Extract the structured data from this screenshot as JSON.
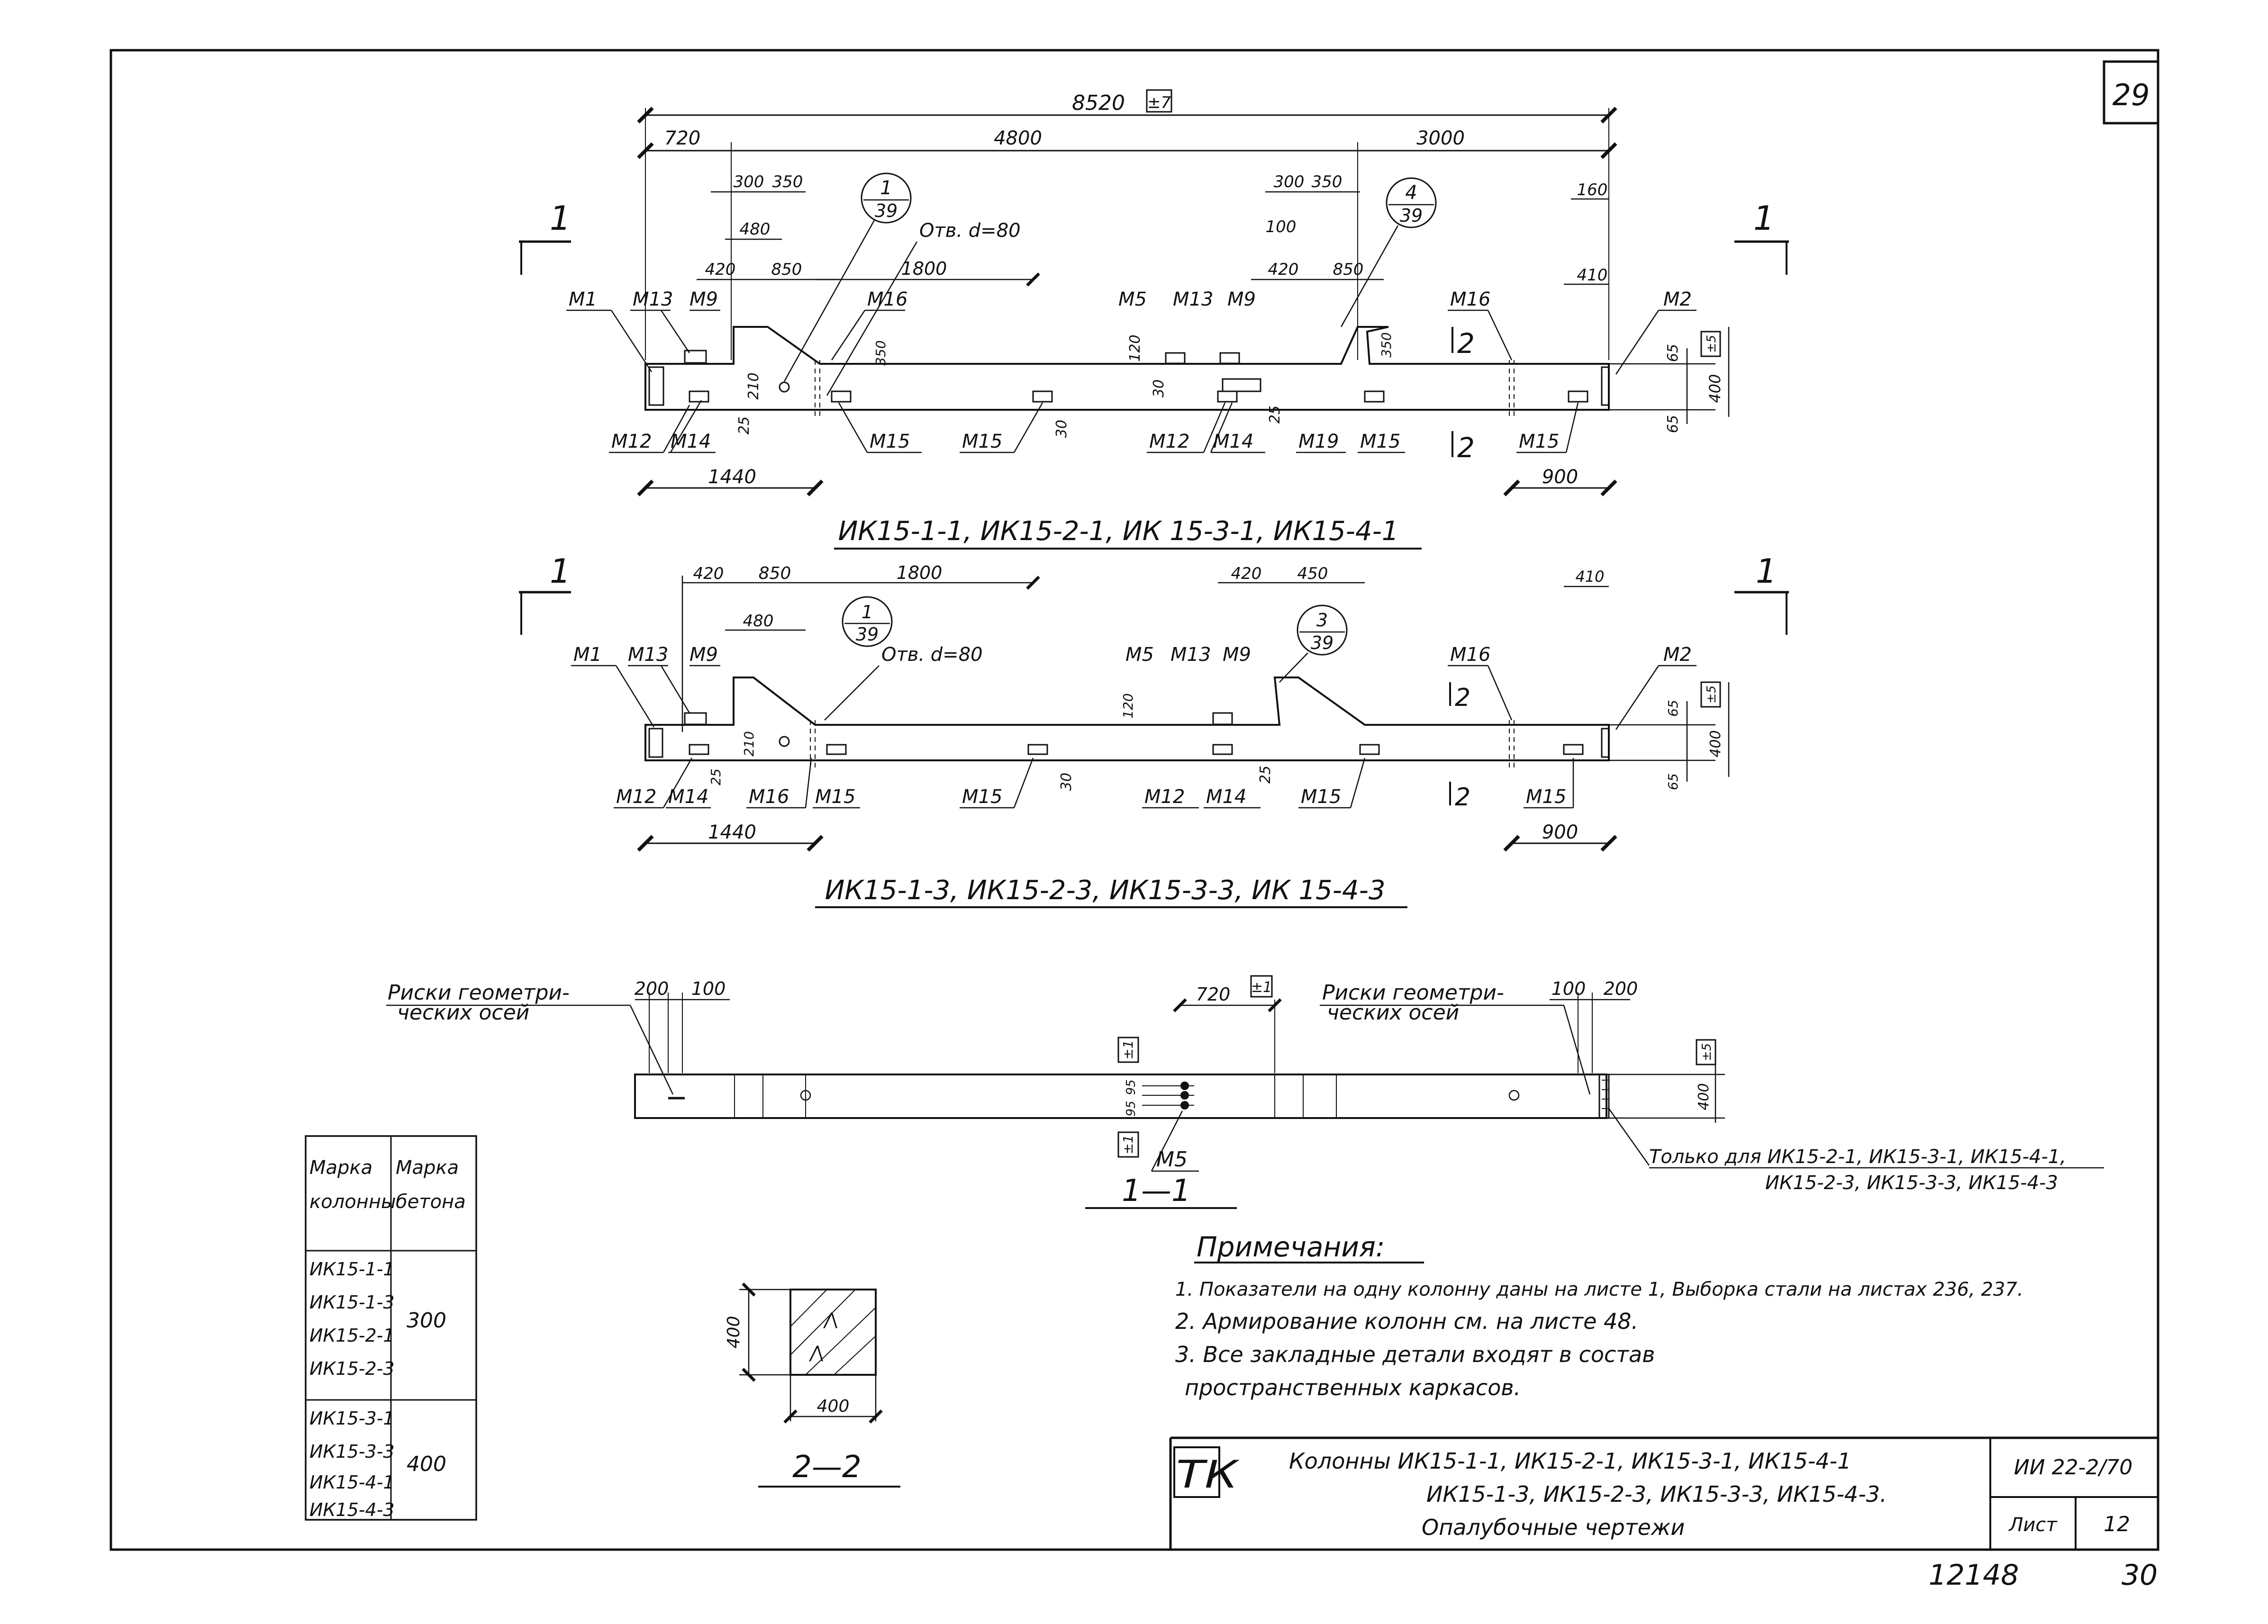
{
  "sheet_number": "29",
  "scan_numbers": {
    "left": "12148",
    "right": "30"
  },
  "view1": {
    "title": "ИК15-1-1, ИК15-2-1, ИК 15-3-1, ИК15-4-1",
    "dims": {
      "total": "8520",
      "total_tol": "±7",
      "d720": "720",
      "d4800": "4800",
      "d3000": "3000",
      "d300a": "300",
      "d350a": "350",
      "d480": "480",
      "d420a": "420",
      "d850a": "850",
      "d1800": "1800",
      "d300b": "300",
      "d350b": "350",
      "d100": "100",
      "d420b": "420",
      "d850b": "850",
      "d160": "160",
      "d410": "410",
      "d350v1": "350",
      "d350v2": "350",
      "d120": "120",
      "d210": "210",
      "d25": "25",
      "d30a": "30",
      "d30b": "30",
      "d25b": "25",
      "d65a": "65",
      "d65b": "65",
      "d400": "400",
      "tol5": "±5",
      "d1440": "1440",
      "d900": "900"
    },
    "hole_note": "Отв. d=80",
    "callout1": {
      "num": "1",
      "sheet": "39"
    },
    "callout2": {
      "num": "4",
      "sheet": "39"
    },
    "section_mark": "1",
    "cut_mark": "2",
    "labels": {
      "m1": "М1",
      "m13a": "М13",
      "m9a": "М9",
      "m16a": "М16",
      "m5": "М5",
      "m13b": "М13",
      "m9b": "М9",
      "m16b": "М16",
      "m2": "М2",
      "m12a": "М12",
      "m14a": "М14",
      "m15a": "М15",
      "m15b": "М15",
      "m12b": "М12",
      "m14b": "М14",
      "m19": "М19",
      "m15c": "М15",
      "m15d": "М15"
    }
  },
  "view2": {
    "title": "ИК15-1-3, ИК15-2-3, ИК15-3-3, ИК 15-4-3",
    "dims": {
      "d420a": "420",
      "d850": "850",
      "d1800": "1800",
      "d480": "480",
      "d420b": "420",
      "d450": "450",
      "d410": "410",
      "d120": "120",
      "d210": "210",
      "d25": "25",
      "d30": "30",
      "d25b": "25",
      "d65a": "65",
      "d65b": "65",
      "d400": "400",
      "tol5": "±5",
      "d1440": "1440",
      "d900": "900"
    },
    "hole_note": "Отв. d=80",
    "callout1": {
      "num": "1",
      "sheet": "39"
    },
    "callout2": {
      "num": "3",
      "sheet": "39"
    },
    "section_mark": "1",
    "cut_mark": "2",
    "labels": {
      "m1": "М1",
      "m13a": "М13",
      "m9a": "М9",
      "m5": "М5",
      "m13b": "М13",
      "m9b": "М9",
      "m16": "М16",
      "m2": "М2",
      "m12a": "М12",
      "m14a": "М14",
      "m16b": "М16",
      "m15a": "М15",
      "m15b": "М15",
      "m12b": "М12",
      "m14b": "М14",
      "m15c": "М15",
      "m15d": "М15"
    }
  },
  "section11": {
    "title": "1—1",
    "left_note": [
      "Риски геометри-",
      "ческих осей"
    ],
    "right_note": [
      "Риски геометри-",
      "ческих осей"
    ],
    "dims": {
      "d200a": "200",
      "d100a": "100",
      "d720": "720",
      "tol1": "±1",
      "d100b": "100",
      "d200b": "200",
      "d95a": "95",
      "d95b": "95",
      "tol1b": "±1",
      "tol1c": "±1",
      "d400": "400",
      "tol5": "±5"
    },
    "m5": "М5",
    "only_note": [
      "Только для ИК15-2-1, ИК15-3-1, ИК15-4-1,",
      "ИК15-2-3, ИК15-3-3, ИК15-4-3"
    ]
  },
  "section22": {
    "title": "2—2",
    "d400a": "400",
    "d400b": "400"
  },
  "table": {
    "headers": [
      [
        "Марка",
        "колонны"
      ],
      [
        "Марка",
        "бетона"
      ]
    ],
    "groups": [
      {
        "columns": [
          "ИК15-1-1",
          "ИК15-1-3",
          "ИК15-2-1",
          "ИК15-2-3"
        ],
        "concrete": "300"
      },
      {
        "columns": [
          "ИК15-3-1",
          "ИК15-3-3",
          "ИК15-4-1",
          "ИК15-4-3"
        ],
        "concrete": "400"
      }
    ]
  },
  "notes": {
    "heading": "Примечания:",
    "items": [
      "1. Показатели на одну колонну даны на листе 1, Выборка стали на листах 236, 237.",
      "2. Армирование колонн см. на листе 48.",
      "3. Все закладные детали входят в состав",
      "пространственных каркасов."
    ]
  },
  "title_block": {
    "logo": "ТК",
    "lines": [
      "Колонны ИК15-1-1, ИК15-2-1, ИК15-3-1, ИК15-4-1",
      "ИК15-1-3, ИК15-2-3, ИК15-3-3, ИК15-4-3.",
      "Опалубочные чертежи"
    ],
    "code": "ИИ 22-2/70",
    "sheet_label": "Лист",
    "sheet_no": "12"
  }
}
